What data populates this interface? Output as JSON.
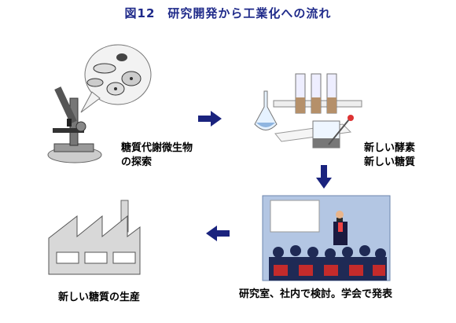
{
  "title": "図12　研究開発から工業化への流れ",
  "steps": [
    {
      "icon": "microscope-icon",
      "lines": [
        "糖質代謝微生物",
        "の探索"
      ]
    },
    {
      "icon": "lab-glassware-icon",
      "lines": [
        "新しい酵素",
        "新しい糖質"
      ]
    },
    {
      "icon": "presentation-icon",
      "lines": [
        "研究室、社内で検討。学会で発表"
      ]
    },
    {
      "icon": "factory-icon",
      "lines": [
        "新しい糖質の生産"
      ]
    }
  ],
  "colors": {
    "title": "#1f2a8a",
    "arrow": "#1a237e"
  }
}
